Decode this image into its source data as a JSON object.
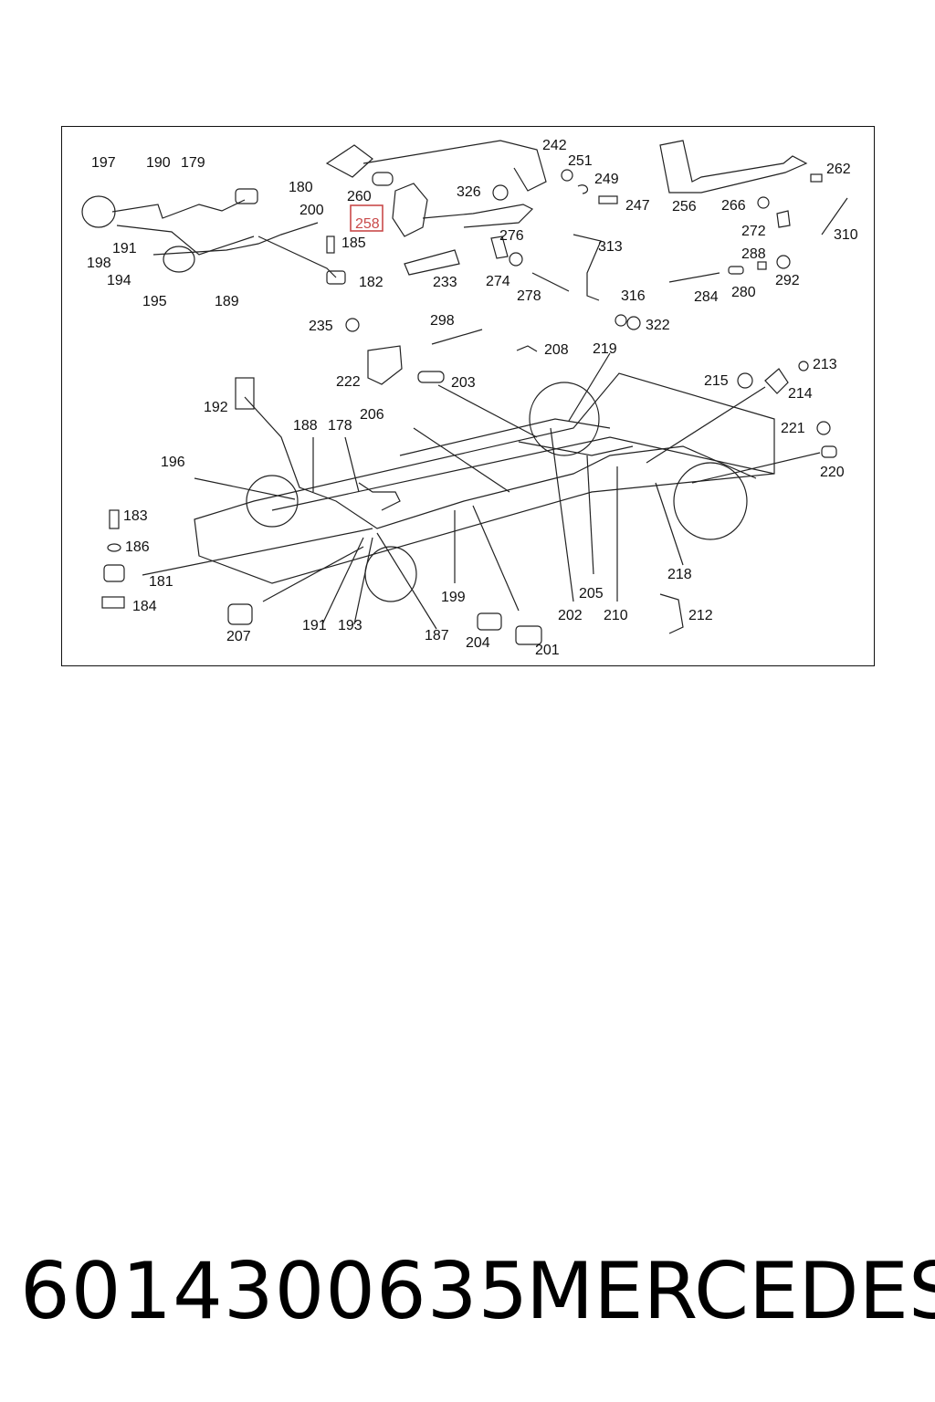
{
  "diagram": {
    "callouts": [
      "197",
      "190",
      "179",
      "180",
      "200",
      "198",
      "191",
      "194",
      "195",
      "189",
      "260",
      "258",
      "185",
      "182",
      "242",
      "251",
      "249",
      "326",
      "247",
      "276",
      "233",
      "274",
      "278",
      "313",
      "316",
      "322",
      "256",
      "266",
      "262",
      "272",
      "288",
      "292",
      "284",
      "280",
      "310",
      "235",
      "298",
      "222",
      "203",
      "208",
      "219",
      "213",
      "215",
      "214",
      "221",
      "220",
      "206",
      "192",
      "188",
      "178",
      "196",
      "183",
      "186",
      "181",
      "184",
      "207",
      "191",
      "193",
      "187",
      "199",
      "204",
      "201",
      "202",
      "205",
      "210",
      "218",
      "212"
    ],
    "highlighted_part": "258",
    "highlight_color": "#c94a4a"
  },
  "caption": {
    "part_number": "6014300635",
    "brand": "MERCEDES"
  }
}
